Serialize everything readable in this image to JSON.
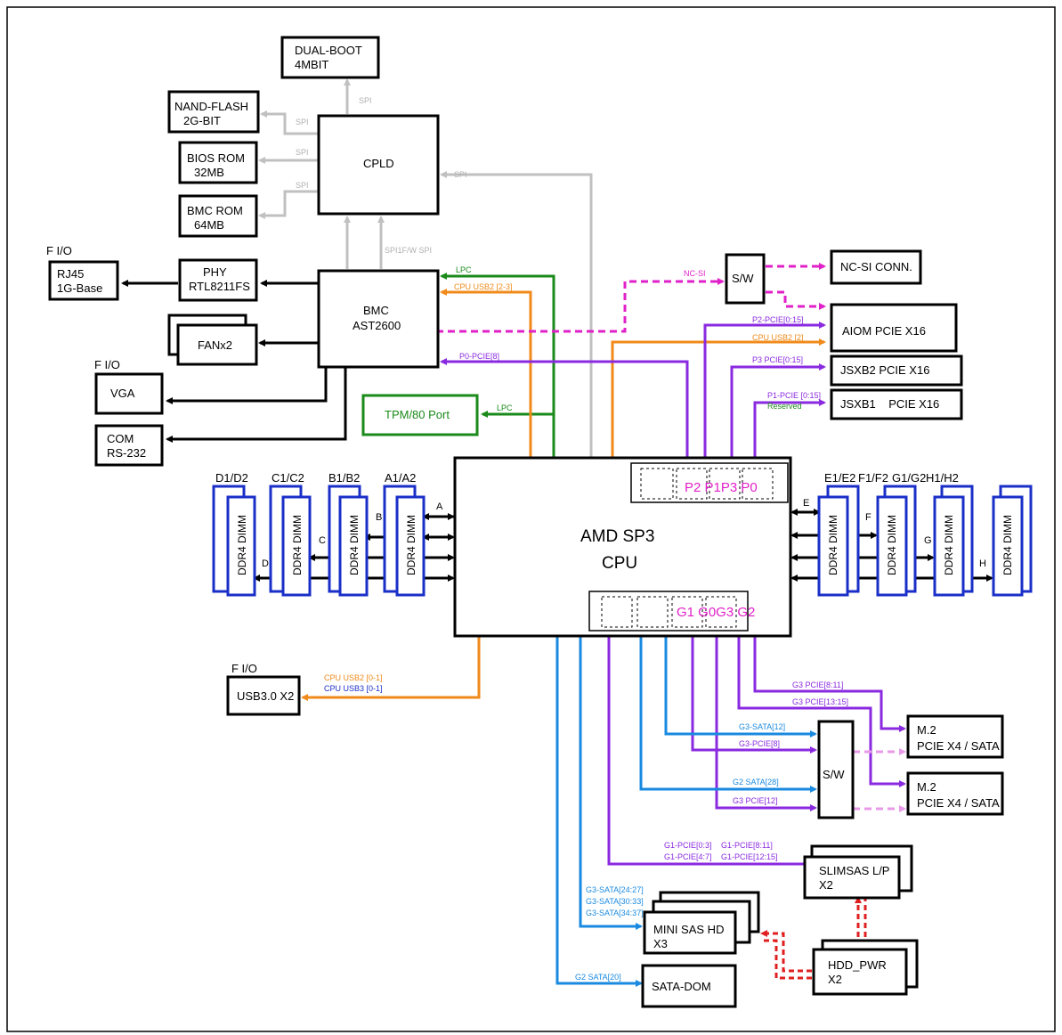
{
  "blocks": {
    "dual_boot": [
      "DUAL-BOOT",
      "4MBIT"
    ],
    "nand_flash": [
      "NAND-FLASH",
      "2G-BIT"
    ],
    "bios_rom": [
      "BIOS ROM",
      "32MB"
    ],
    "bmc_rom": [
      "BMC ROM",
      "64MB"
    ],
    "cpld": "CPLD",
    "bmc": [
      "BMC",
      "AST2600"
    ],
    "phy": [
      "PHY",
      "RTL8211FS"
    ],
    "rj45": [
      "RJ45",
      "1G-Base"
    ],
    "fan": "FANx2",
    "vga": "VGA",
    "com": [
      "COM",
      "RS-232"
    ],
    "tpm": "TPM/80 Port",
    "sw_top": "S/W",
    "ncsi_conn": "NC-SI CONN.",
    "aiom": "AIOM PCIE X16",
    "jsxb2": "JSXB2 PCIE X16",
    "jsxb1": "JSXB1    PCIE X16",
    "cpu": [
      "AMD SP3",
      "CPU"
    ],
    "cpu_ports_top": "P2 P1P3 P0",
    "cpu_ports_bottom": "G1 G0G3 G2",
    "usb30": "USB3.0 X2",
    "m2_a": [
      "M.2",
      "PCIE X4 / SATA"
    ],
    "m2_b": [
      "M.2",
      "PCIE X4 / SATA"
    ],
    "sw_bottom": "S/W",
    "slimsas": [
      "SLIMSAS L/P",
      "X2"
    ],
    "minisas": [
      "MINI SAS HD",
      "X3"
    ],
    "hdd_pwr": [
      "HDD_PWR",
      "X2"
    ],
    "sata_dom": "SATA-DOM"
  },
  "io_labels": {
    "fio_rj45": "F I/O",
    "fio_vga": "F I/O",
    "fio_usb": "F I/O"
  },
  "dimm": {
    "label": "DDR4 DIMM",
    "groups_left": [
      "D1/D2",
      "C1/C2",
      "B1/B2",
      "A1/A2"
    ],
    "groups_right": [
      "E1/E2",
      "F1/F2",
      "G1/G2",
      "H1/H2"
    ],
    "channels": [
      "A",
      "B",
      "C",
      "D",
      "E",
      "F",
      "G",
      "H"
    ]
  },
  "signals": {
    "spi": "SPI",
    "spi_fw": "SPI1F/W SPI",
    "lpc": "LPC",
    "cpu_usb2_23": "CPU USB2 [2-3]",
    "ncsi": "NC-SI",
    "p0_pcie": "P0-PCIE[8]",
    "p2_pcie": "P2-PCIE[0:15]",
    "cpu_usb2_2": "CPU USB2 [2]",
    "p3_pcie": "P3 PCIE[0:15]",
    "p1_pcie": "P1-PCIE [0:15]",
    "reserved": "Reserved",
    "cpu_usb2_01": "CPU USB2 [0-1]",
    "cpu_usb3_01": "CPU USB3 [0-1]",
    "g3_pcie_811": "G3 PCIE[8:11]",
    "g3_pcie_1315": "G3 PCIE[13:15]",
    "g3_sata_12": "G3-SATA[12]",
    "g3_pcie_8": "G3-PCIE[8]",
    "g2_sata_28": "G2 SATA[28]",
    "g3_pcie_12": "G3 PCIE[12]",
    "g1_pcie_03": "G1-PCIE[0:3]",
    "g1_pcie_47": "G1-PCIE[4:7]",
    "g1_pcie_811": "G1-PCIE[8:11]",
    "g1_pcie_1215": "G1-PCIE[12:15]",
    "g3_sata_2427": "G3-SATA[24:27]",
    "g3_sata_3033": "G3-SATA[30:33]",
    "g3_sata_3437": "G3-SATA[34:37]",
    "g2_sata_20": "G2 SATA[20]"
  }
}
